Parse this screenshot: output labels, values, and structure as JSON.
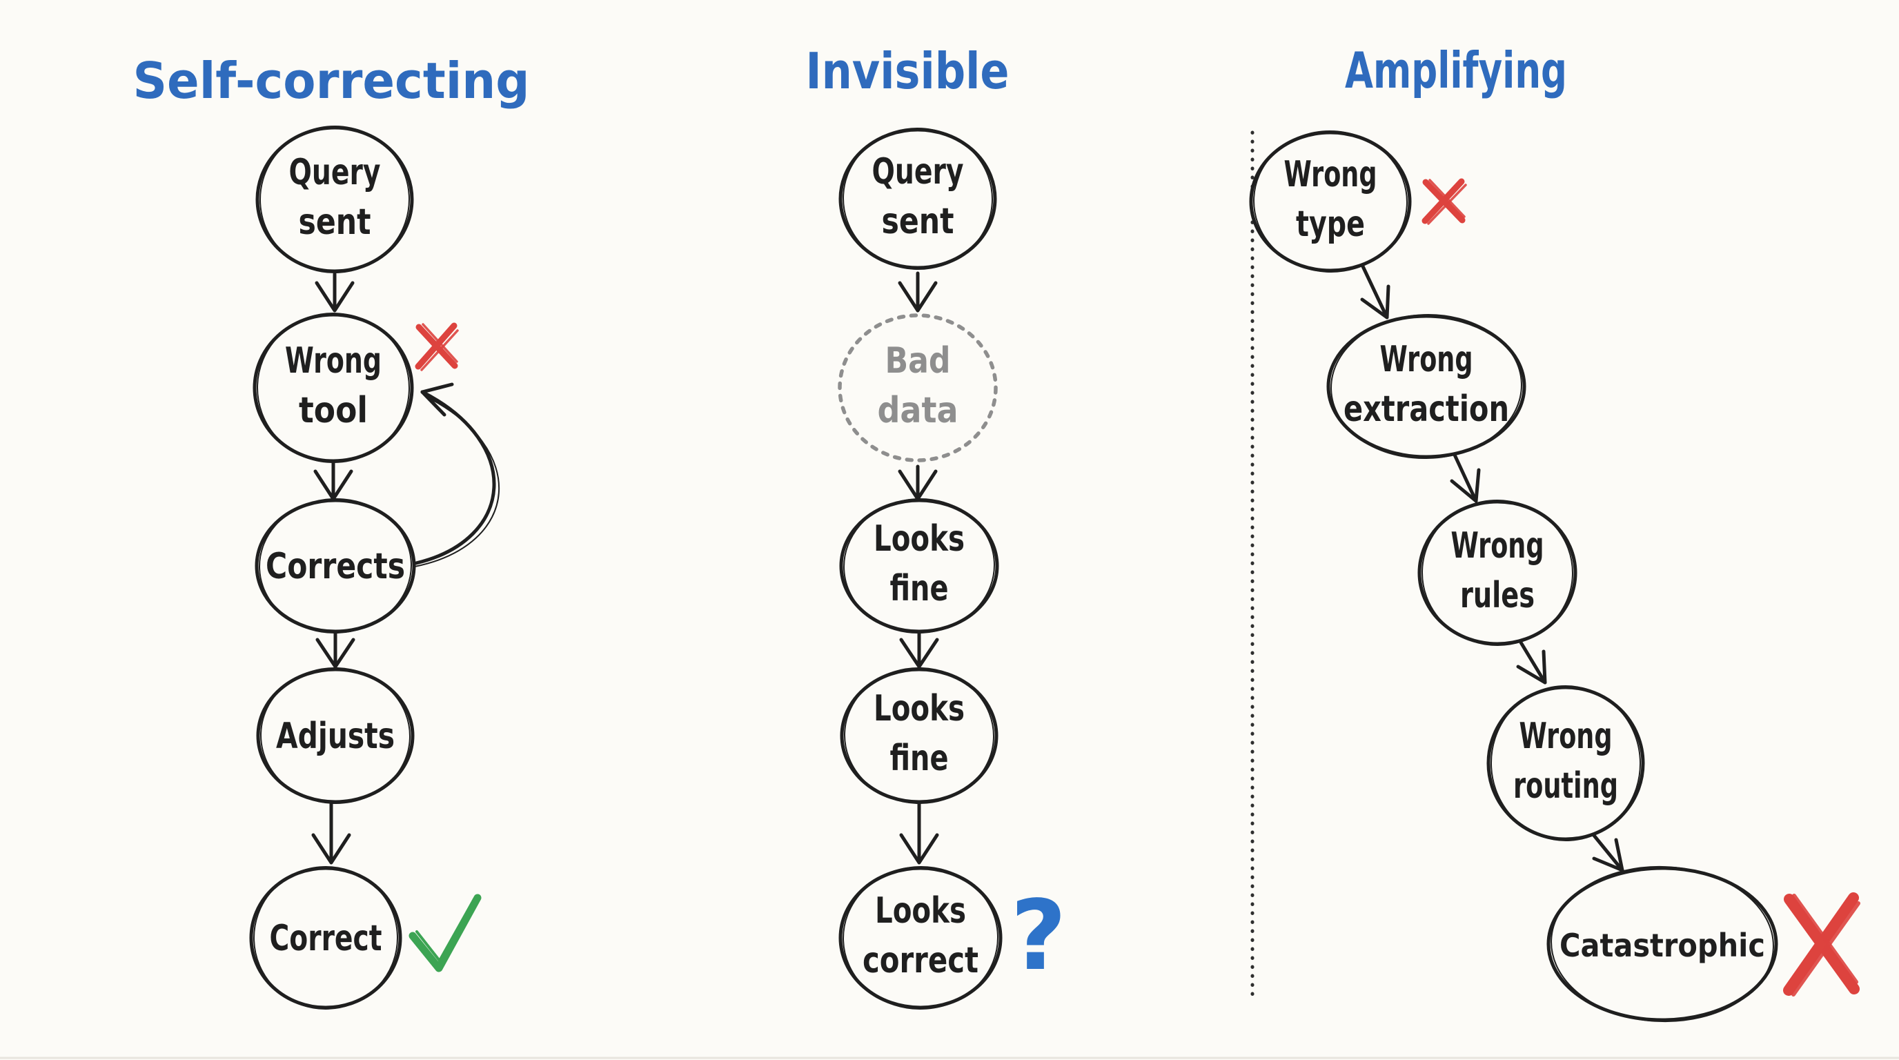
{
  "canvas": {
    "background": "#fcfbf7",
    "bottom_edge_color": "#e8e5de"
  },
  "colors": {
    "title_blue": "#2f6bbd",
    "question_blue": "#2e73c9",
    "ink_black": "#1f1f1f",
    "error_red": "#dd433e",
    "success_green": "#3ca453",
    "muted_gray": "#8e8e8e"
  },
  "columns": [
    {
      "id": "self-correcting",
      "title": "Self-correcting",
      "nodes": [
        {
          "label": [
            "Query",
            "sent"
          ]
        },
        {
          "label": [
            "Wrong",
            "tool"
          ],
          "marker": "red-x-icon"
        },
        {
          "label": [
            "Corrects"
          ],
          "loop_back_to": "Wrong tool"
        },
        {
          "label": [
            "Adjusts"
          ]
        },
        {
          "label": [
            "Correct"
          ],
          "marker": "green-check-icon"
        }
      ]
    },
    {
      "id": "invisible",
      "title": "Invisible",
      "question_mark": "?",
      "nodes": [
        {
          "label": [
            "Query",
            "sent"
          ]
        },
        {
          "label": [
            "Bad",
            "data"
          ],
          "style": "dotted-gray"
        },
        {
          "label": [
            "Looks",
            "fine"
          ]
        },
        {
          "label": [
            "Looks",
            "fine"
          ]
        },
        {
          "label": [
            "Looks",
            "correct"
          ],
          "marker": "question-mark"
        }
      ]
    },
    {
      "id": "amplifying",
      "title": "Amplifying",
      "nodes": [
        {
          "label": [
            "Wrong",
            "type"
          ],
          "marker": "red-x-icon"
        },
        {
          "label": [
            "Wrong",
            "extraction"
          ]
        },
        {
          "label": [
            "Wrong",
            "rules"
          ]
        },
        {
          "label": [
            "Wrong",
            "routing"
          ]
        },
        {
          "label": [
            "Catastrophic"
          ],
          "marker": "big-red-x-icon"
        }
      ]
    }
  ]
}
